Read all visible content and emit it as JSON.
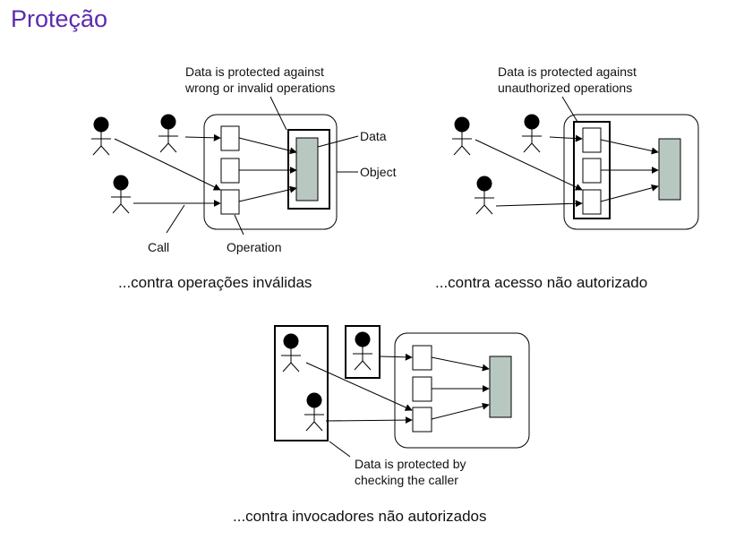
{
  "title": "Proteção",
  "colors": {
    "title": "#5b2bb0",
    "data_fill": "#b8c8c0"
  },
  "panel1": {
    "note_line1": "Data is protected against",
    "note_line2": "wrong or invalid operations",
    "data_label": "Data",
    "object_label": "Object",
    "call_label": "Call",
    "operation_label": "Operation",
    "caption": "...contra operações inválidas"
  },
  "panel2": {
    "note_line1": "Data is protected against",
    "note_line2": "unauthorized operations",
    "caption": "...contra acesso não autorizado"
  },
  "panel3": {
    "note_line1": "Data is protected by",
    "note_line2": "checking the caller",
    "caption": "...contra invocadores não autorizados"
  }
}
